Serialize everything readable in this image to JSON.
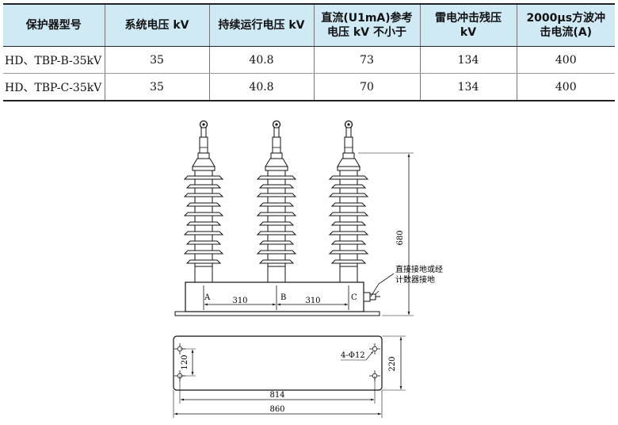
{
  "table": {
    "headers": [
      [
        "保护器型号"
      ],
      [
        "系统电压 kV"
      ],
      [
        "持续运行电压 kV"
      ],
      [
        "直流(U1mA)参考",
        "电压 kV 不小于"
      ],
      [
        "雷电冲击残压",
        "kV"
      ],
      [
        "2000μs方波冲",
        "击电流(A)"
      ]
    ],
    "rows": [
      [
        "HD、TBP-B-35kV",
        "35",
        "40.8",
        "73",
        "134",
        "400"
      ],
      [
        "HD、TBP-C-35kV",
        "35",
        "40.8",
        "70",
        "134",
        "400"
      ]
    ]
  },
  "drawing": {
    "phase_labels": [
      "A",
      "B",
      "C"
    ],
    "spacing_a_b": "310",
    "spacing_b_c": "310",
    "height_dim": "680",
    "ground_note_line1": "直接接地或经",
    "ground_note_line2": "计数器接地",
    "hole_callout": "4-Φ12",
    "inner_height_dim": "120",
    "outer_height_dim": "220",
    "inner_width_dim": "814",
    "outer_width_dim": "860"
  }
}
